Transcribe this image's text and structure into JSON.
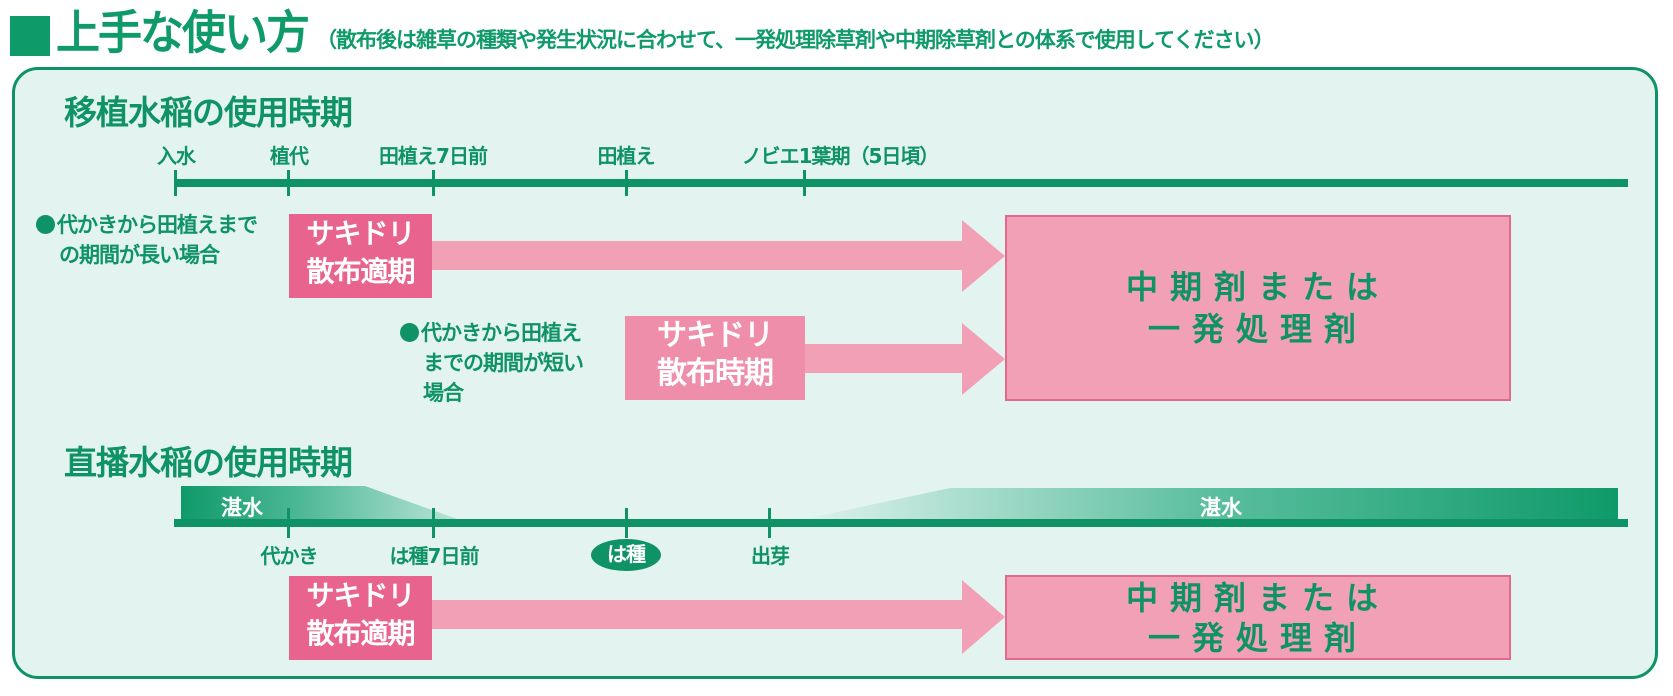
{
  "heading": {
    "title": "上手な使い方",
    "note": "（散布後は雑草の種類や発生状況に合わせて、一発処理除草剤や中期除草剤との体系で使用してください）"
  },
  "colors": {
    "green": "#0f9366",
    "panel_bg": "#e3f4f0",
    "pink_dark": "#e8648e",
    "pink_light": "#ef8eab",
    "pink_arrow": "#f2a0b6"
  },
  "transplanted": {
    "title": "移植水稲の使用時期",
    "timeline": [
      "入水",
      "植代",
      "田植え7日前",
      "田植え",
      "ノビエ1葉期（5日頃）"
    ],
    "cases": [
      {
        "label_lines": [
          "代かきから田植えまで",
          "の期間が長い場合"
        ],
        "badge_lines": [
          "サキドリ",
          "散布適期"
        ]
      },
      {
        "label_lines": [
          "代かきから田植え",
          "までの期間が短い",
          "場合"
        ],
        "badge_lines": [
          "サキドリ",
          "散布時期"
        ]
      }
    ],
    "result_lines": [
      "中期剤または",
      "一発処理剤"
    ]
  },
  "direct_seeded": {
    "title": "直播水稲の使用時期",
    "water_labels": [
      "湛水",
      "湛水"
    ],
    "timeline": [
      "代かき",
      "は種7日前",
      "は種",
      "出芽"
    ],
    "badge_lines": [
      "サキドリ",
      "散布適期"
    ],
    "result_lines": [
      "中期剤または",
      "一発処理剤"
    ]
  }
}
